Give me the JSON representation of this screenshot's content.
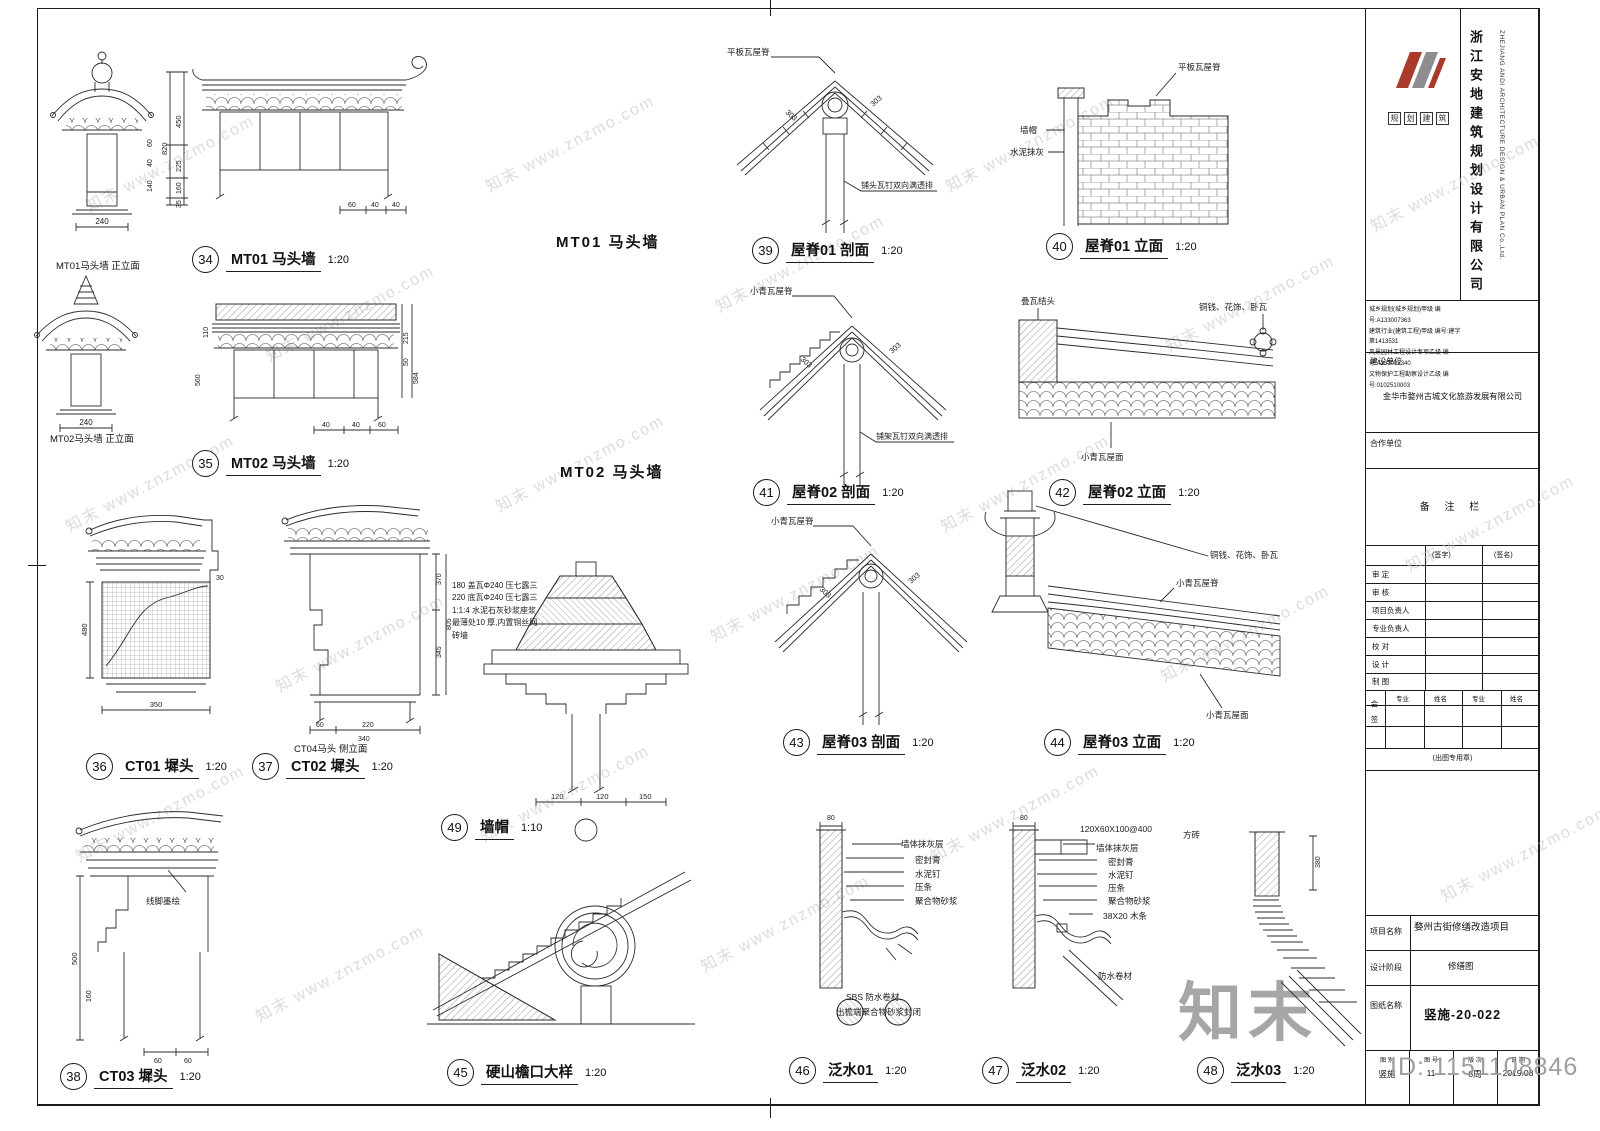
{
  "page": {
    "watermark": "知末 www.znzmo.com",
    "watermark_logo": "知末",
    "id_text": "ID: 1151108846"
  },
  "sections": {
    "mt01": "MT01  马头墙",
    "mt02": "MT02  马头墙"
  },
  "captions": {
    "c34": "MT01马头墙  正立面",
    "c35": "MT02马头墙  正立面",
    "c37": "CT04马头  侧立面"
  },
  "labels": {
    "d34": {
      "num": "34",
      "title": "MT01  马头墙",
      "scale": "1:20"
    },
    "d35": {
      "num": "35",
      "title": "MT02  马头墙",
      "scale": "1:20"
    },
    "d36": {
      "num": "36",
      "title": "CT01  墀头",
      "scale": "1:20"
    },
    "d37": {
      "num": "37",
      "title": "CT02  墀头",
      "scale": "1:20"
    },
    "d38": {
      "num": "38",
      "title": "CT03  墀头",
      "scale": "1:20"
    },
    "d39": {
      "num": "39",
      "title": "屋脊01 剖面",
      "scale": "1:20"
    },
    "d40": {
      "num": "40",
      "title": "屋脊01 立面",
      "scale": "1:20"
    },
    "d41": {
      "num": "41",
      "title": "屋脊02 剖面",
      "scale": "1:20"
    },
    "d42": {
      "num": "42",
      "title": "屋脊02 立面",
      "scale": "1:20"
    },
    "d43": {
      "num": "43",
      "title": "屋脊03 剖面",
      "scale": "1:20"
    },
    "d44": {
      "num": "44",
      "title": "屋脊03 立面",
      "scale": "1:20"
    },
    "d45": {
      "num": "45",
      "title": "硬山檐口大样",
      "scale": "1:20"
    },
    "d46": {
      "num": "46",
      "title": "泛水01",
      "scale": "1:20"
    },
    "d47": {
      "num": "47",
      "title": "泛水02",
      "scale": "1:20"
    },
    "d48": {
      "num": "48",
      "title": "泛水03",
      "scale": "1:20"
    },
    "d49": {
      "num": "49",
      "title": "墙帽",
      "scale": "1:10"
    }
  },
  "ann": {
    "slope": "303",
    "pingwa": "平板瓦屋脊",
    "qingwaji": "小青瓦屋脊",
    "qingwamian": "小青瓦屋面",
    "tongqian": "铜钱、花饰、卧瓦",
    "diewa": "叠瓦结头",
    "qiangmao": "墙帽",
    "shuinimohui": "水泥抹灰",
    "wading1": "铺头瓦钉双向满透排",
    "wading2": "铺架瓦钉双向满透排",
    "xianjiao": "线脚墨绘",
    "qiangtimohui": "墙体抹灰层",
    "mifenggao": "密封膏",
    "shuiniding": "水泥钉",
    "yatiao": "压条",
    "juhewu": "聚合物砂浆",
    "sbs": "SBS 防水卷材",
    "chuyan": "出檐端聚合物砂浆封闭",
    "fangzhuan_spec": "120X60X100@400",
    "fangzhuan": "方砖",
    "mutiao": "38X20 木条",
    "fsjc": "防水卷材"
  },
  "notes37": {
    "l1": "180  盖瓦Φ240  压七露三",
    "l2": "220  底瓦Φ240  压七露三",
    "l3": "1:1:4 水泥石灰砂浆座浆",
    "l4": "最薄处10 厚,内置铜丝网",
    "l5": "砖墙"
  },
  "dims": {
    "d34f_w": "240",
    "d34f_r1": "60",
    "d34f_r2": "40",
    "d34f_r3": "140",
    "d34s_1": "450",
    "d34s_total": "820",
    "d34s_2": "225",
    "d34s_3": "160",
    "d34s_4": "35",
    "d34s_b1": "60",
    "d34s_b2": "40",
    "d34s_b3": "40",
    "d35f_w": "240",
    "d35s_l1": "110",
    "d35s_l2": "560",
    "d35s_r1": "215",
    "d35s_r2": "50",
    "d35s_r3": "584",
    "d35s_b1": "40",
    "d35s_b2": "40",
    "d35s_b3": "60",
    "d36_h": "480",
    "d36_w": "350",
    "d36_t": "30",
    "d37_r1": "370",
    "d37_r2": "345",
    "d37_rt": "805",
    "d37_b1": "60",
    "d37_b2": "220",
    "d37_b3": "340",
    "d38_v1": "500",
    "d38_v2": "160",
    "d38_b1": "60",
    "d38_b2": "60",
    "d49_a": "120",
    "d49_b": "120",
    "d49_c": "150",
    "d46_top": "80",
    "d47_top": "80",
    "d48_r": "380"
  },
  "titleblock": {
    "company_cn": "浙江安地建筑规划设计有限公司",
    "company_en": "ZHEJIANG ANDI ARCHITECTURE DESIGN & URBAN PLAN Co.,Ltd.",
    "logo_chars": [
      "规",
      "划",
      "建",
      "筑"
    ],
    "certs": [
      "城乡规划(城乡规划)甲级 编号:A133007363",
      "建筑行业(建筑工程)甲级 编号:建字第1413531",
      "风景园林工程设计专项乙级 编号:A233007340",
      "文物保护工程勘察设计乙级 编号:0102510003"
    ],
    "owner_label": "建设单位",
    "owner": "金华市婺州古城文化旅游发展有限公司",
    "partner_label": "合作单位",
    "note_label": "备 注 栏",
    "sign_col1": "(签字)",
    "sign_col2": "(签名)",
    "rows": [
      "审 定",
      "审 核",
      "项目负责人",
      "专业负责人",
      "校 对",
      "设 计",
      "制 图"
    ],
    "countersign_label": "会 签",
    "cs_h1": "专业",
    "cs_h2": "姓名",
    "cs_h3": "专业",
    "cs_h4": "姓名",
    "stamp_note": "(出图专用章)",
    "project_label": "项目名称",
    "project_name": "婺州古街修缮改造项目",
    "stage_label": "设计阶段",
    "stage_value": "修缮图",
    "sheet_label": "图纸名称",
    "drawing_no": "竖施-20-022",
    "bottom": {
      "c1l": "图 别",
      "c1v": "竖施",
      "c2l": "图 号",
      "c2v": "11",
      "c3l": "版 次",
      "c3v": "8周",
      "c4l": "日 期",
      "c4v": "2019.08"
    }
  }
}
